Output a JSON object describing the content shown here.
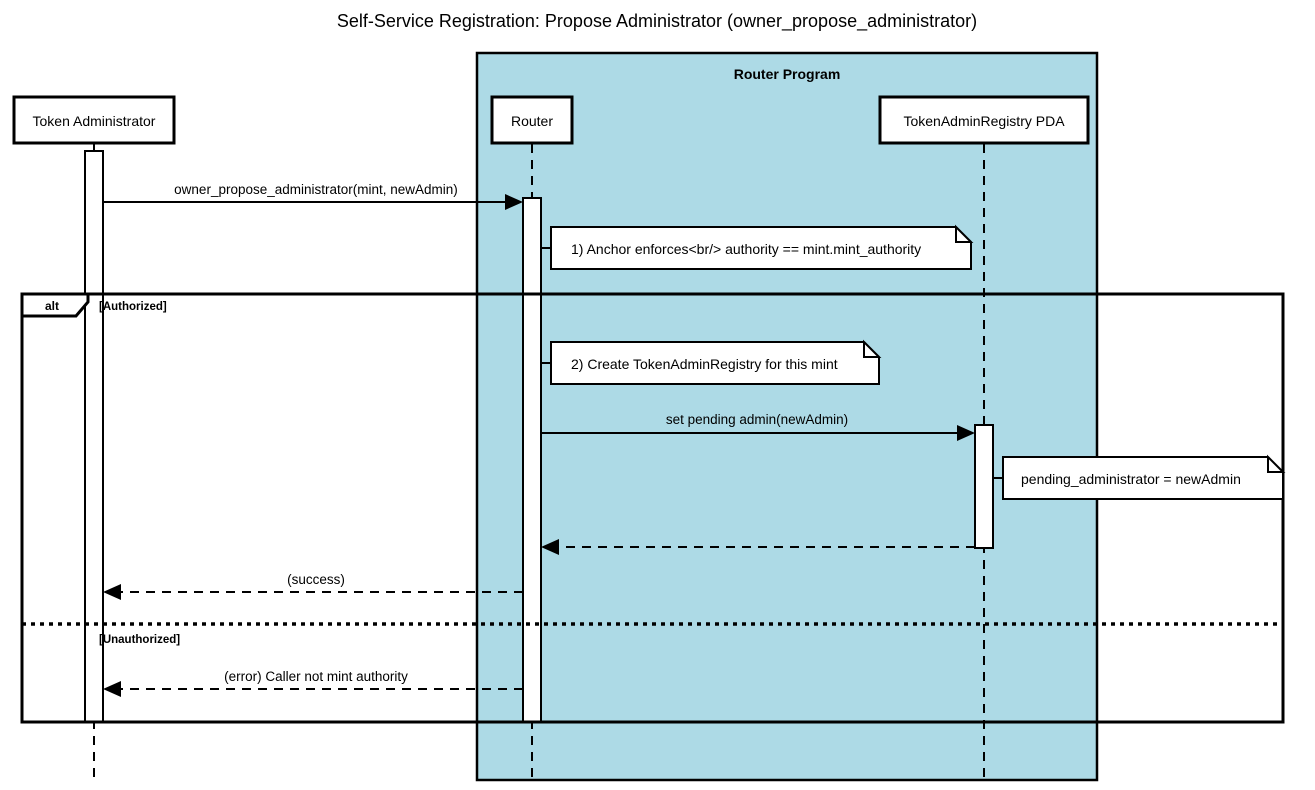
{
  "diagram": {
    "type": "sequence-diagram",
    "title": "Self-Service Registration: Propose Administrator (owner_propose_administrator)",
    "colors": {
      "group_fill": "#addae6",
      "stroke": "#000000",
      "background": "#ffffff",
      "note_fill": "#ffffff"
    },
    "group": {
      "label": "Router Program",
      "members": [
        "Router",
        "TokenAdminRegistry PDA"
      ]
    },
    "participants": [
      {
        "id": "admin",
        "label": "Token Administrator",
        "in_group": false
      },
      {
        "id": "router",
        "label": "Router",
        "in_group": true
      },
      {
        "id": "pda",
        "label": "TokenAdminRegistry PDA",
        "in_group": true
      }
    ],
    "messages": [
      {
        "index": 1,
        "from": "admin",
        "to": "router",
        "label": "owner_propose_administrator(mint, newAdmin)",
        "style": "solid",
        "arrow": "filled"
      },
      {
        "index": 2,
        "from": "router",
        "to": "pda",
        "label": "set pending admin(newAdmin)",
        "style": "solid",
        "arrow": "filled"
      },
      {
        "index": 3,
        "from": "pda",
        "to": "router",
        "label": "",
        "style": "dashed",
        "arrow": "filled"
      },
      {
        "index": 4,
        "from": "router",
        "to": "admin",
        "label": "(success)",
        "style": "dashed",
        "arrow": "filled"
      },
      {
        "index": 5,
        "from": "router",
        "to": "admin",
        "label": "(error) Caller not mint authority",
        "style": "dashed",
        "arrow": "filled"
      }
    ],
    "notes": [
      {
        "index": 1,
        "anchor": "router",
        "side": "right",
        "text": "1) Anchor enforces<br/> authority == mint.mint_authority"
      },
      {
        "index": 2,
        "anchor": "router",
        "side": "right",
        "text": "2) Create TokenAdminRegistry for this mint"
      },
      {
        "index": 3,
        "anchor": "pda",
        "side": "right",
        "text": "pending_administrator = newAdmin"
      }
    ],
    "fragment": {
      "kind": "alt",
      "branches": [
        {
          "guard": "[Authorized]"
        },
        {
          "guard": "[Unauthorized]"
        }
      ]
    }
  }
}
